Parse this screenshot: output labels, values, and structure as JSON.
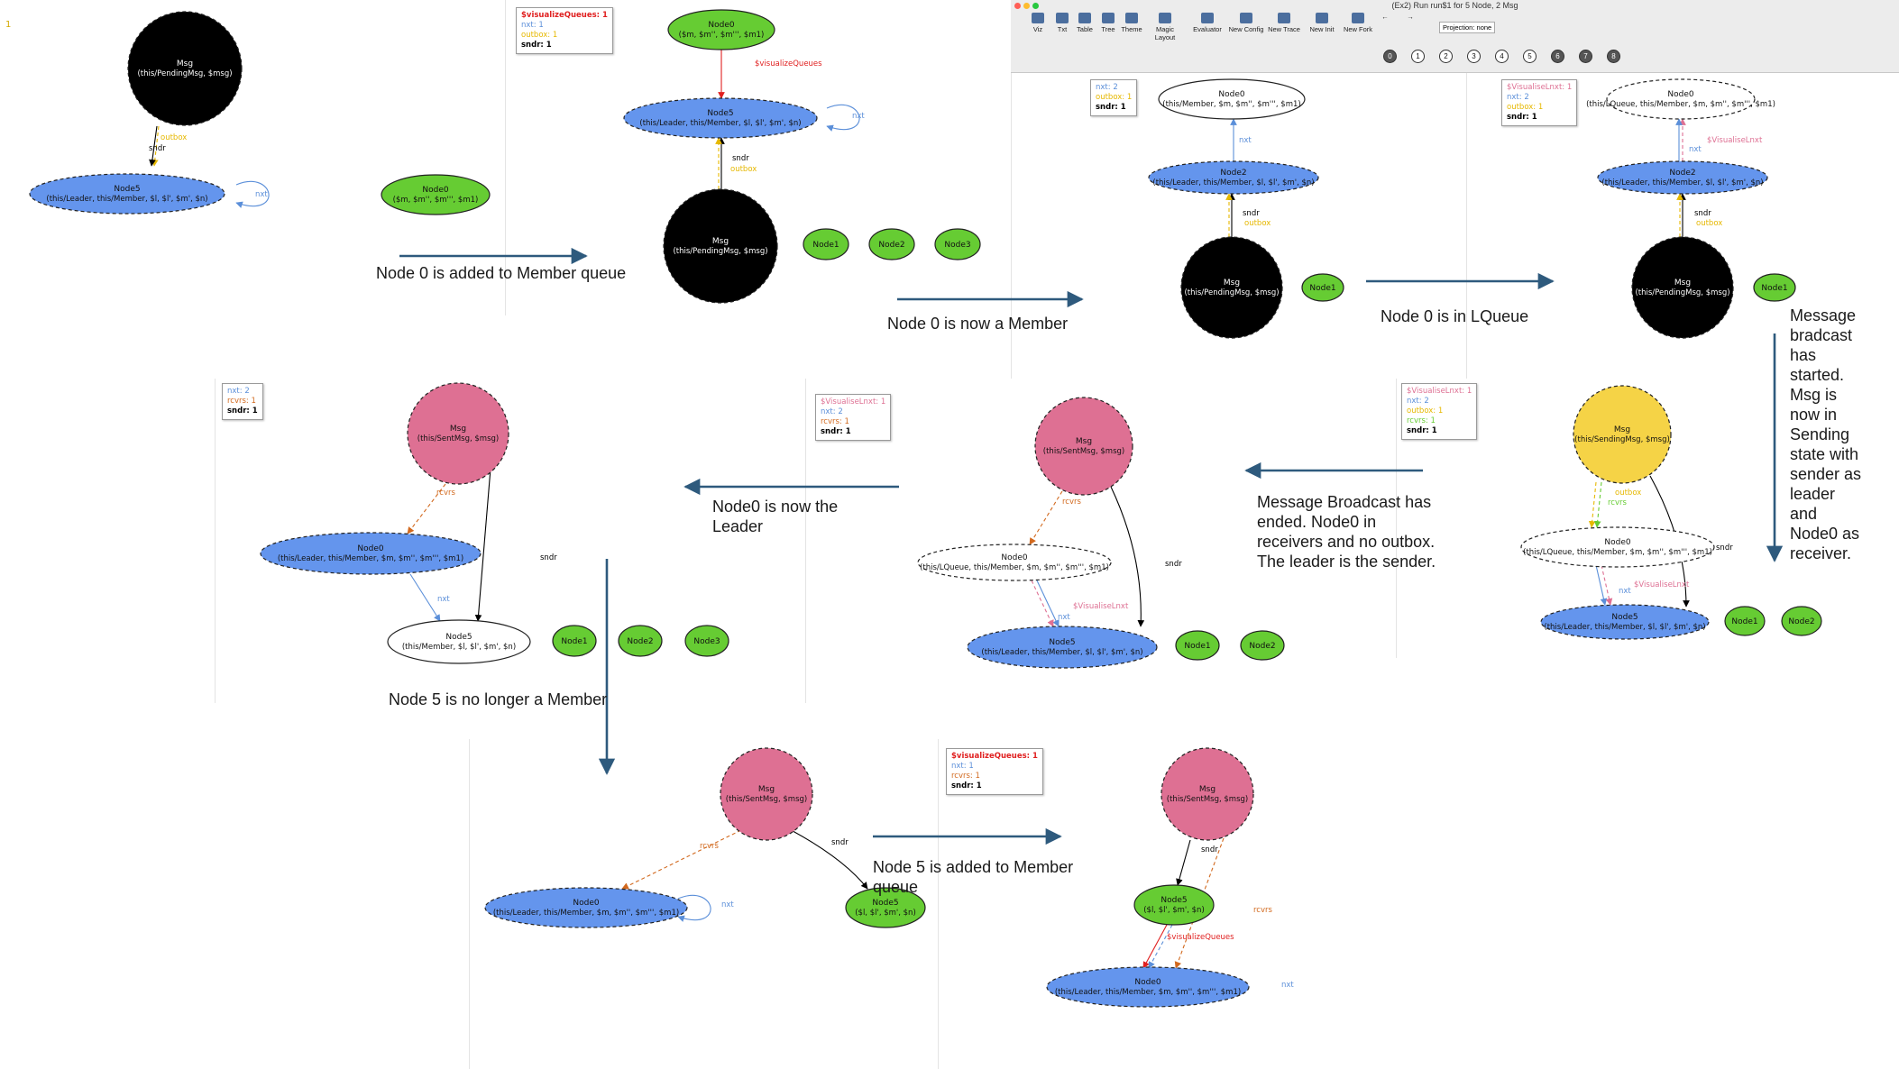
{
  "window": {
    "title": "(Ex2) Run run$1 for 5 Node, 2 Msg",
    "projection": "Projection: none",
    "toolbar": [
      "Viz",
      "Txt",
      "Table",
      "Tree",
      "Theme",
      "Magic Layout",
      "Evaluator",
      "New Config",
      "New Trace",
      "New Init",
      "New Fork",
      "←",
      "→"
    ],
    "steps": [
      "0",
      "1",
      "2",
      "3",
      "4",
      "5",
      "6",
      "7",
      "8"
    ],
    "corner_label": "1"
  },
  "colors": {
    "black": "#000000",
    "blue": "#6495ed",
    "green": "#66cc33",
    "pink": "#de7093",
    "yellow": "#f5d346",
    "arrow": "#2e5a7d",
    "nxt": "#5b8fd9",
    "outbox": "#e6b800",
    "queue": "#e02020",
    "rcvrs": "#d2691e"
  },
  "captions": {
    "c1": "Node 0 is added to Member queue",
    "c2": "Node 0 is now a Member",
    "c3": "Node 0 is in LQueue",
    "c4": "Message bradcast has started. Msg is now in Sending state with sender as leader and Node0 as receiver.",
    "c5": "Message Broadcast has ended. Node0 in receivers and no outbox. The leader is the sender.",
    "c6": "Node0 is now the Leader",
    "c7": "Node 5 is no longer a Member",
    "c8": "Node 5 is added to Member queue"
  },
  "panels": [
    {
      "nodes": [
        {
          "shape": "circle",
          "fill": "black",
          "dashed": true,
          "title": "Msg",
          "sub": "(this/PendingMsg, $msg)"
        },
        {
          "shape": "ellipse",
          "fill": "blue",
          "dashed": true,
          "title": "Node5",
          "sub": "(this/Leader, this/Member, $l, $l', $m', $n)"
        },
        {
          "shape": "ellipse",
          "fill": "green",
          "dashed": false,
          "title": "Node0",
          "sub": "($m, $m'', $m''', $m1)"
        }
      ],
      "edges": [
        {
          "label": "outbox",
          "color": "outbox"
        },
        {
          "label": "sndr",
          "color": "black"
        },
        {
          "label": "nxt",
          "color": "nxt"
        }
      ]
    },
    {
      "legend": [
        {
          "text": "$visualizeQueues: 1",
          "color": "queue"
        },
        {
          "text": "nxt: 1",
          "color": "nxt"
        },
        {
          "text": "outbox: 1",
          "color": "outbox"
        },
        {
          "text": "sndr: 1",
          "color": "black"
        }
      ],
      "nodes": [
        {
          "shape": "ellipse",
          "fill": "green",
          "dashed": false,
          "title": "Node0",
          "sub": "($m, $m'', $m''', $m1)"
        },
        {
          "shape": "ellipse",
          "fill": "blue",
          "dashed": true,
          "title": "Node5",
          "sub": "(this/Leader, this/Member, $l, $l', $m', $n)"
        },
        {
          "shape": "circle",
          "fill": "black",
          "dashed": true,
          "title": "Msg",
          "sub": "(this/PendingMsg, $msg)"
        },
        {
          "shape": "ellipse",
          "fill": "green",
          "title": "Node1"
        },
        {
          "shape": "ellipse",
          "fill": "green",
          "title": "Node2"
        },
        {
          "shape": "ellipse",
          "fill": "green",
          "title": "Node3"
        }
      ],
      "edges": [
        {
          "label": "$visualizeQueues",
          "color": "queue"
        },
        {
          "label": "nxt",
          "color": "nxt"
        },
        {
          "label": "sndr",
          "color": "black"
        },
        {
          "label": "outbox",
          "color": "outbox"
        }
      ]
    },
    {
      "legend": [
        {
          "text": "nxt: 2",
          "color": "nxt"
        },
        {
          "text": "outbox: 1",
          "color": "outbox"
        },
        {
          "text": "sndr: 1",
          "color": "black"
        }
      ],
      "nodes": [
        {
          "shape": "ellipse",
          "fill": "white",
          "dashed": false,
          "title": "Node0",
          "sub": "(this/Member, $m, $m'', $m''', $m1)"
        },
        {
          "shape": "ellipse",
          "fill": "blue",
          "dashed": true,
          "title": "Node2",
          "sub": "(this/Leader, this/Member, $l, $l', $m', $n)"
        },
        {
          "shape": "circle",
          "fill": "black",
          "dashed": true,
          "title": "Msg",
          "sub": "(this/PendingMsg, $msg)"
        },
        {
          "shape": "ellipse",
          "fill": "green",
          "title": "Node1"
        }
      ],
      "edges": [
        {
          "label": "nxt",
          "color": "nxt"
        },
        {
          "label": "sndr",
          "color": "black"
        },
        {
          "label": "outbox",
          "color": "outbox"
        }
      ]
    },
    {
      "legend": [
        {
          "text": "$VisualiseLnxt: 1",
          "color": "pink"
        },
        {
          "text": "nxt: 2",
          "color": "nxt"
        },
        {
          "text": "outbox: 1",
          "color": "outbox"
        },
        {
          "text": "sndr: 1",
          "color": "black"
        }
      ],
      "nodes": [
        {
          "shape": "ellipse",
          "fill": "white",
          "dashed": true,
          "title": "Node0",
          "sub": "(this/LQueue, this/Member, $m, $m'', $m''', $m1)"
        },
        {
          "shape": "ellipse",
          "fill": "blue",
          "dashed": true,
          "title": "Node2",
          "sub": "(this/Leader, this/Member, $l, $l', $m', $n)"
        },
        {
          "shape": "circle",
          "fill": "black",
          "dashed": true,
          "title": "Msg",
          "sub": "(this/PendingMsg, $msg)"
        },
        {
          "shape": "ellipse",
          "fill": "green",
          "title": "Node1"
        }
      ],
      "edges": [
        {
          "label": "$VisualiseLnxt",
          "color": "pink"
        },
        {
          "label": "nxt",
          "color": "nxt"
        },
        {
          "label": "sndr",
          "color": "black"
        },
        {
          "label": "outbox",
          "color": "outbox"
        }
      ]
    },
    {
      "legend": [
        {
          "text": "$VisualiseLnxt: 1",
          "color": "pink"
        },
        {
          "text": "nxt: 2",
          "color": "nxt"
        },
        {
          "text": "outbox: 1",
          "color": "outbox"
        },
        {
          "text": "rcvrs: 1",
          "color": "green"
        },
        {
          "text": "sndr: 1",
          "color": "black"
        }
      ],
      "nodes": [
        {
          "shape": "circle",
          "fill": "yellow",
          "dashed": true,
          "title": "Msg",
          "sub": "(this/SendingMsg, $msg)"
        },
        {
          "shape": "ellipse",
          "fill": "white",
          "dashed": true,
          "title": "Node0",
          "sub": "(this/LQueue, this/Member, $m, $m'', $m''', $m1)"
        },
        {
          "shape": "ellipse",
          "fill": "blue",
          "dashed": true,
          "title": "Node5",
          "sub": "(this/Leader, this/Member, $l, $l', $m', $n)"
        },
        {
          "shape": "ellipse",
          "fill": "green",
          "title": "Node1"
        },
        {
          "shape": "ellipse",
          "fill": "green",
          "title": "Node2"
        }
      ],
      "edges": [
        {
          "label": "outbox",
          "color": "outbox"
        },
        {
          "label": "rcvrs",
          "color": "green"
        },
        {
          "label": "sndr",
          "color": "black"
        },
        {
          "label": "nxt",
          "color": "nxt"
        },
        {
          "label": "$VisualiseLnxt",
          "color": "pink"
        }
      ]
    },
    {
      "legend": [
        {
          "text": "$VisualiseLnxt: 1",
          "color": "pink"
        },
        {
          "text": "nxt: 2",
          "color": "nxt"
        },
        {
          "text": "rcvrs: 1",
          "color": "rcvrs"
        },
        {
          "text": "sndr: 1",
          "color": "black"
        }
      ],
      "nodes": [
        {
          "shape": "circle",
          "fill": "pink",
          "dashed": true,
          "title": "Msg",
          "sub": "(this/SentMsg, $msg)"
        },
        {
          "shape": "ellipse",
          "fill": "white",
          "dashed": true,
          "title": "Node0",
          "sub": "(this/LQueue, this/Member, $m, $m'', $m''', $m1)"
        },
        {
          "shape": "ellipse",
          "fill": "blue",
          "dashed": true,
          "title": "Node5",
          "sub": "(this/Leader, this/Member, $l, $l', $m', $n)"
        },
        {
          "shape": "ellipse",
          "fill": "green",
          "title": "Node1"
        },
        {
          "shape": "ellipse",
          "fill": "green",
          "title": "Node2"
        }
      ],
      "edges": [
        {
          "label": "rcvrs",
          "color": "rcvrs"
        },
        {
          "label": "sndr",
          "color": "black"
        },
        {
          "label": "$VisualiseLnxt",
          "color": "pink"
        },
        {
          "label": "nxt",
          "color": "nxt"
        }
      ]
    },
    {
      "legend": [
        {
          "text": "nxt: 2",
          "color": "nxt"
        },
        {
          "text": "rcvrs: 1",
          "color": "rcvrs"
        },
        {
          "text": "sndr: 1",
          "color": "black"
        }
      ],
      "nodes": [
        {
          "shape": "circle",
          "fill": "pink",
          "dashed": true,
          "title": "Msg",
          "sub": "(this/SentMsg, $msg)"
        },
        {
          "shape": "ellipse",
          "fill": "blue",
          "dashed": true,
          "title": "Node0",
          "sub": "(this/Leader, this/Member, $m, $m'', $m''', $m1)"
        },
        {
          "shape": "ellipse",
          "fill": "white",
          "dashed": false,
          "title": "Node5",
          "sub": "(this/Member, $l, $l', $m', $n)"
        },
        {
          "shape": "ellipse",
          "fill": "green",
          "title": "Node1"
        },
        {
          "shape": "ellipse",
          "fill": "green",
          "title": "Node2"
        },
        {
          "shape": "ellipse",
          "fill": "green",
          "title": "Node3"
        }
      ],
      "edges": [
        {
          "label": "rcvrs",
          "color": "rcvrs"
        },
        {
          "label": "sndr",
          "color": "black"
        },
        {
          "label": "nxt",
          "color": "nxt"
        }
      ]
    },
    {
      "nodes": [
        {
          "shape": "circle",
          "fill": "pink",
          "dashed": true,
          "title": "Msg",
          "sub": "(this/SentMsg, $msg)"
        },
        {
          "shape": "ellipse",
          "fill": "blue",
          "dashed": true,
          "title": "Node0",
          "sub": "(this/Leader, this/Member, $m, $m'', $m''', $m1)"
        },
        {
          "shape": "ellipse",
          "fill": "green",
          "dashed": false,
          "title": "Node5",
          "sub": "($l, $l', $m', $n)"
        }
      ],
      "edges": [
        {
          "label": "rcvrs",
          "color": "rcvrs"
        },
        {
          "label": "sndr",
          "color": "black"
        },
        {
          "label": "nxt",
          "color": "nxt"
        }
      ]
    },
    {
      "legend": [
        {
          "text": "$visualizeQueues: 1",
          "color": "queue"
        },
        {
          "text": "nxt: 1",
          "color": "nxt"
        },
        {
          "text": "rcvrs: 1",
          "color": "rcvrs"
        },
        {
          "text": "sndr: 1",
          "color": "black"
        }
      ],
      "nodes": [
        {
          "shape": "circle",
          "fill": "pink",
          "dashed": true,
          "title": "Msg",
          "sub": "(this/SentMsg, $msg)"
        },
        {
          "shape": "ellipse",
          "fill": "green",
          "dashed": false,
          "title": "Node5",
          "sub": "($l, $l', $m', $n)"
        },
        {
          "shape": "ellipse",
          "fill": "blue",
          "dashed": true,
          "title": "Node0",
          "sub": "(this/Leader, this/Member, $m, $m'', $m''', $m1)"
        }
      ],
      "edges": [
        {
          "label": "sndr",
          "color": "black"
        },
        {
          "label": "rcvrs",
          "color": "rcvrs"
        },
        {
          "label": "$visualizeQueues",
          "color": "queue"
        },
        {
          "label": "nxt",
          "color": "nxt"
        }
      ]
    }
  ]
}
